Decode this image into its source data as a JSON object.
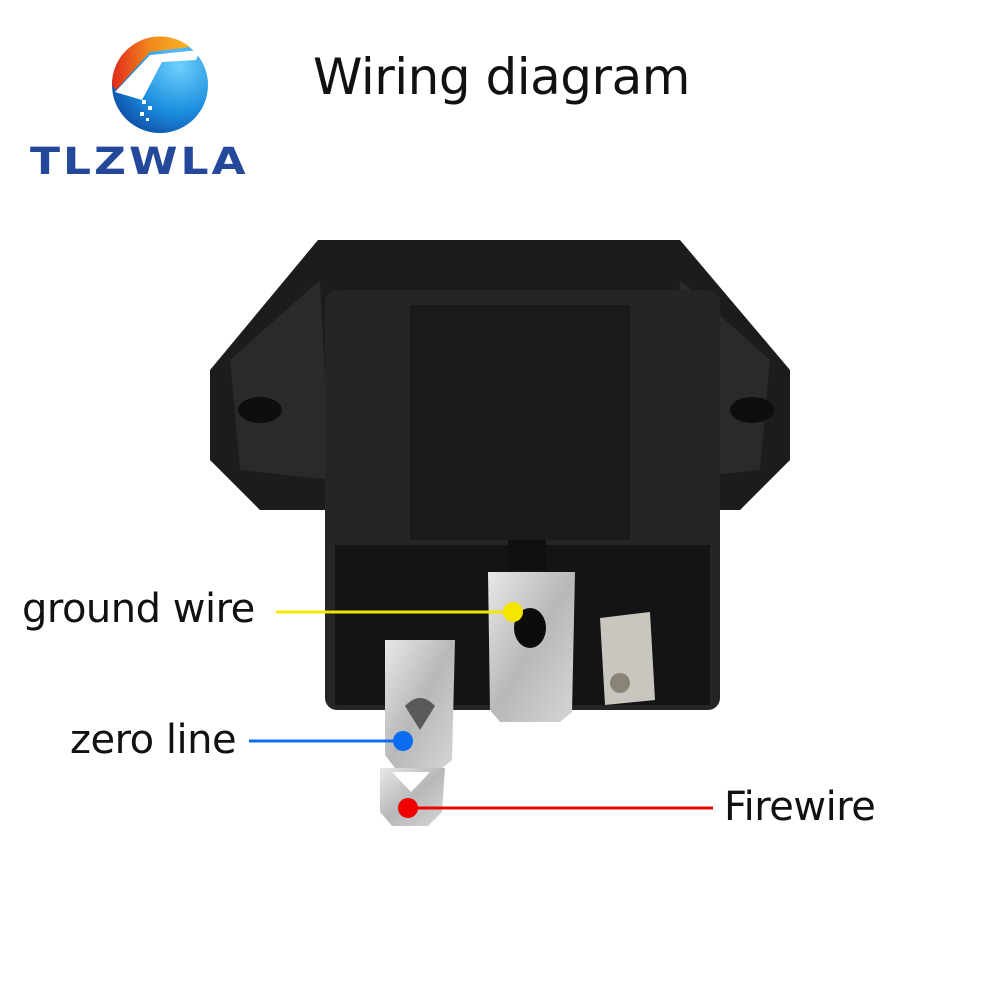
{
  "header": {
    "title": "Wiring diagram"
  },
  "logo": {
    "brand": "TLZWLA"
  },
  "labels": {
    "ground": "ground wire",
    "zero": "zero line",
    "fire": "Firewire"
  },
  "colors": {
    "ground": "#f5e600",
    "zero": "#0a6cf0",
    "fire": "#f00000",
    "brand": "#24489a"
  }
}
